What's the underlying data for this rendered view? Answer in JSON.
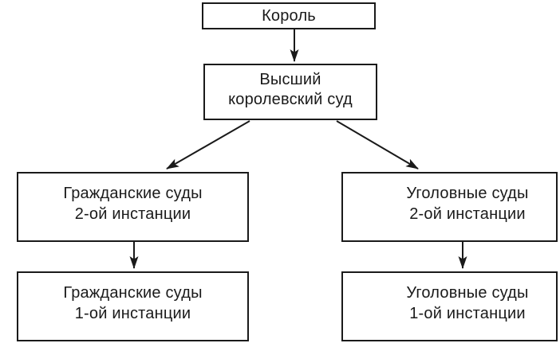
{
  "diagram": {
    "language": "ru",
    "line_color": "#1a1a1a",
    "background_color": "#ffffff",
    "nodes": {
      "king": {
        "label": "Король"
      },
      "supreme": {
        "line1": "Высший",
        "line2": "королевский суд"
      },
      "civil2": {
        "line1": "Гражданские суды",
        "line2": "2-ой инстанции"
      },
      "criminal2": {
        "line1": "Уголовные суды",
        "line2": "2-ой инстанции"
      },
      "civil1": {
        "line1": "Гражданские суды",
        "line2": "1-ой инстанции"
      },
      "criminal1": {
        "line1": "Уголовные суды",
        "line2": "1-ой инстанции"
      }
    },
    "edges": [
      {
        "from": "king",
        "to": "supreme"
      },
      {
        "from": "supreme",
        "to": "civil2"
      },
      {
        "from": "supreme",
        "to": "criminal2"
      },
      {
        "from": "civil2",
        "to": "civil1"
      },
      {
        "from": "criminal2",
        "to": "criminal1"
      }
    ]
  }
}
